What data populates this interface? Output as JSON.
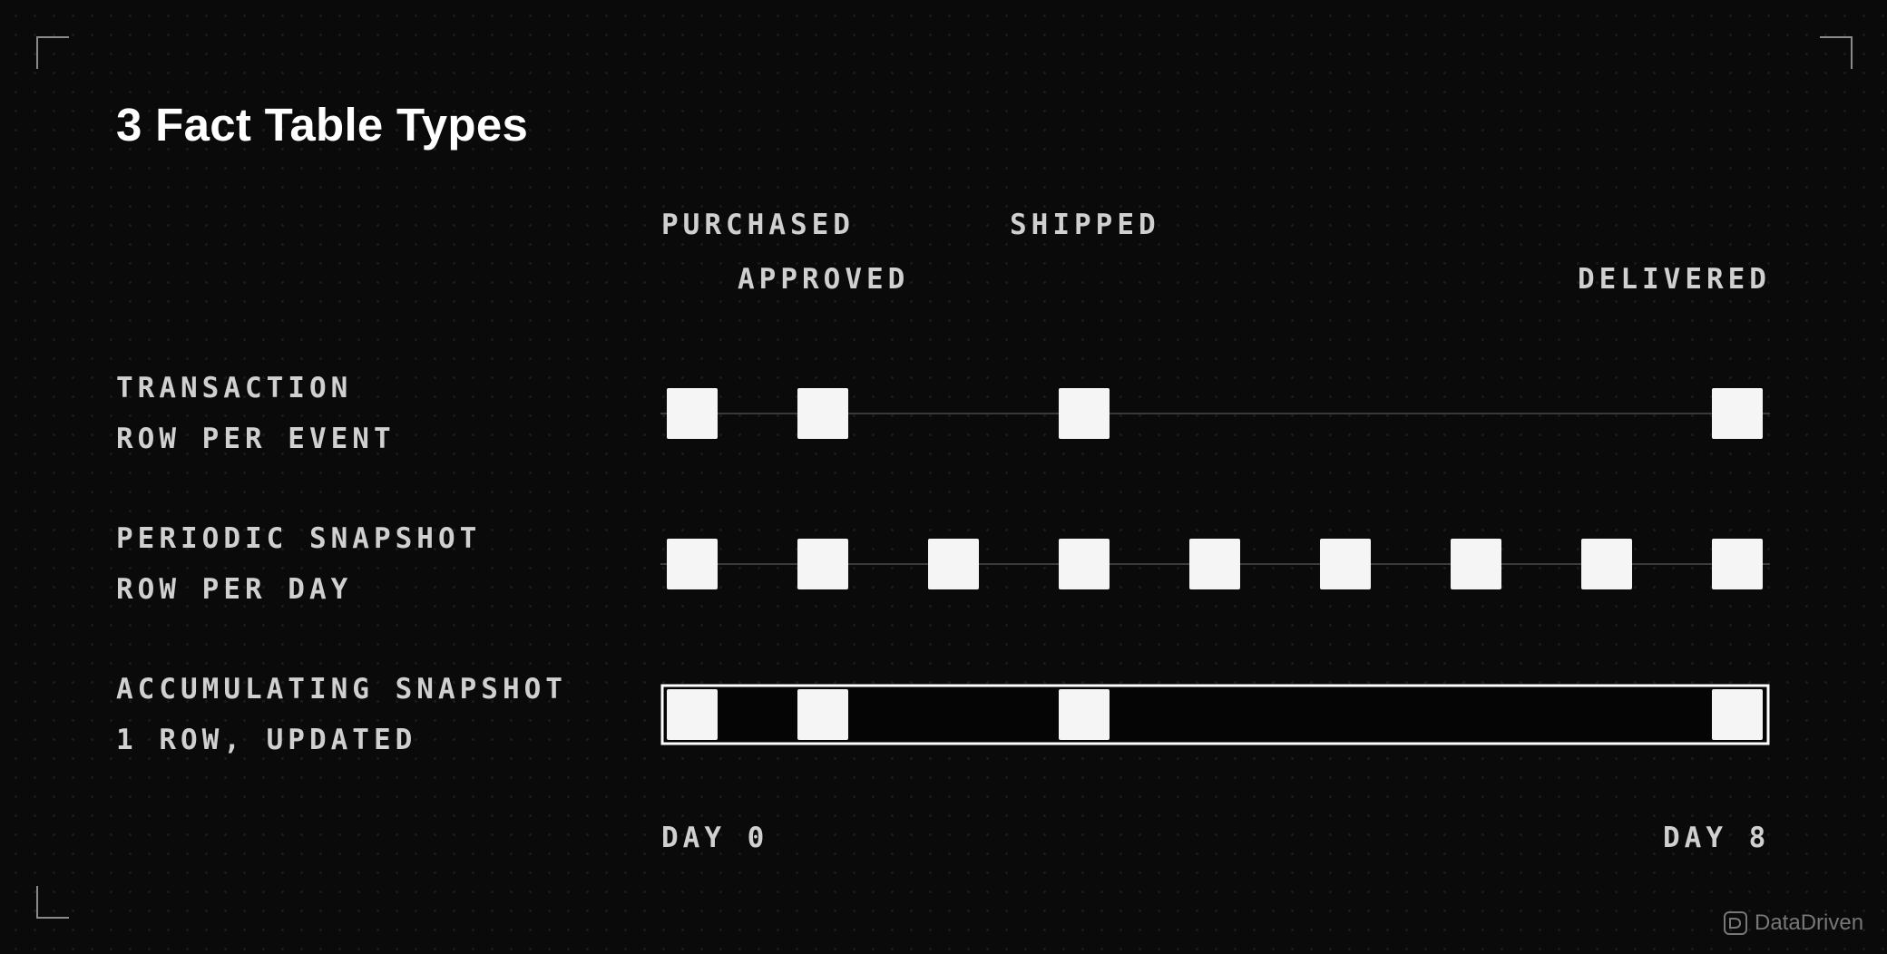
{
  "title": "3 Fact Table Types",
  "milestones": {
    "purchased": "PURCHASED",
    "approved": "APPROVED",
    "shipped": "SHIPPED",
    "delivered": "DELIVERED"
  },
  "rows": [
    {
      "name": "TRANSACTION",
      "desc": "ROW PER EVENT",
      "days": [
        0,
        1,
        3,
        8
      ],
      "enclosed": false
    },
    {
      "name": "PERIODIC SNAPSHOT",
      "desc": "ROW PER DAY",
      "days": [
        0,
        1,
        2,
        3,
        4,
        5,
        6,
        7,
        8
      ],
      "enclosed": false
    },
    {
      "name": "ACCUMULATING SNAPSHOT",
      "desc": "1 ROW, UPDATED",
      "days": [
        0,
        1,
        3,
        8
      ],
      "enclosed": true
    }
  ],
  "axis": {
    "start_label": "DAY 0",
    "end_label": "DAY 8",
    "day_min": 0,
    "day_max": 8
  },
  "brand": {
    "name": "DataDriven",
    "icon": "datadriven-logo-icon"
  },
  "colors": {
    "background": "#0a0a0a",
    "marker": "#f5f5f5",
    "text": "#d0d0d0",
    "title": "#ffffff"
  }
}
